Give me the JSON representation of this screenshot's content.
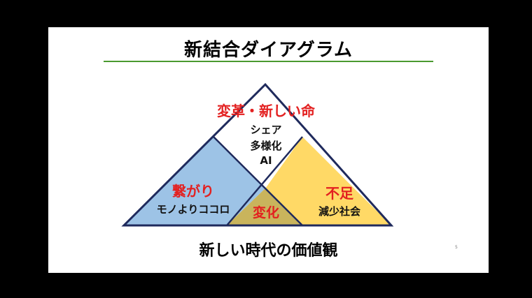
{
  "title": "新結合ダイアグラム",
  "diagram": {
    "top_red": "変革・新しい命",
    "top_lines": [
      "シェア",
      "多様化",
      "AI"
    ],
    "left_red": "繋がり",
    "left_black": "モノよりココロ",
    "right_red": "不足",
    "right_black": "減少社会",
    "center_red": "変化",
    "colors": {
      "left_fill": "#9dc3e6",
      "right_fill": "#ffd966",
      "overlap_fill": "#c9b45c",
      "outline": "#1f2a5c",
      "accent_red": "#e32020"
    }
  },
  "subtitle": "新しい時代の価値観",
  "page_number": "5"
}
